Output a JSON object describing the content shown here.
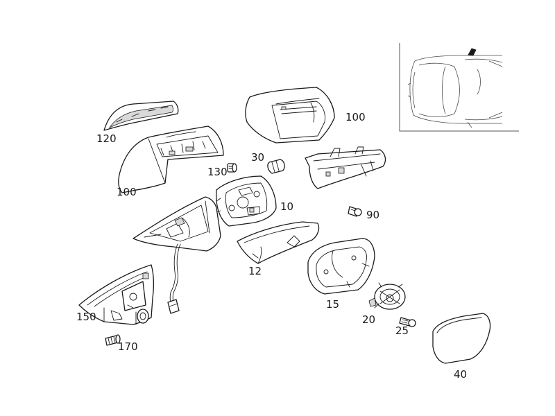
{
  "colors": {
    "line": "#1a1a1a",
    "background": "#ffffff",
    "inset_frame": "#555555"
  },
  "labels": {
    "p120": "120",
    "p100a": "100",
    "p130": "130",
    "p30": "30",
    "p100b": "100",
    "p10": "10",
    "p90": "90",
    "p12": "12",
    "p15": "15",
    "p20": "20",
    "p25": "25",
    "p150": "150",
    "p170": "170",
    "p40": "40"
  }
}
